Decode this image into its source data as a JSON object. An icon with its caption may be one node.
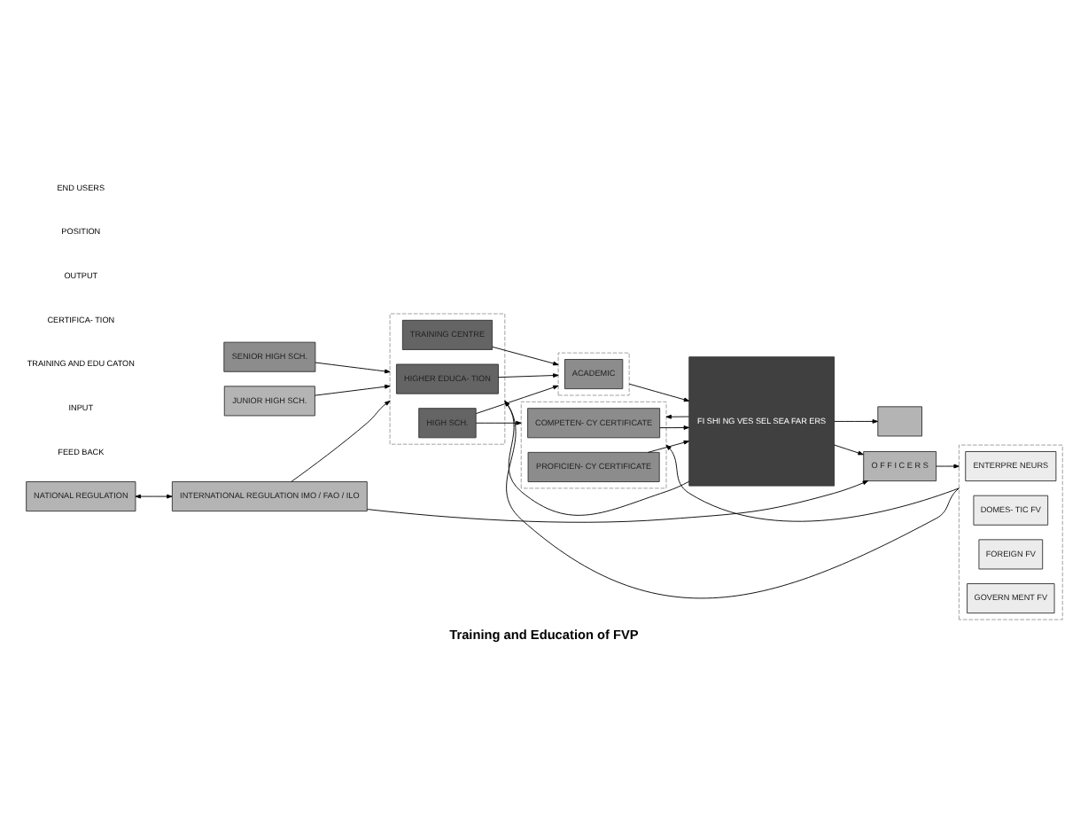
{
  "diagram": {
    "title": "Training and Education of FVP",
    "nodes": [
      {
        "text": [
          "NATIONAL REGULATION"
        ]
      },
      {
        "text": [
          "INTERNATIONAL REGULATION IMO / FAO / ILO"
        ]
      },
      {
        "text": [
          "SENIOR HIGH SCH."
        ]
      },
      {
        "text": [
          "JUNIOR HIGH SCH."
        ]
      },
      {
        "text": [],
        "shape": "box"
      },
      {
        "text": [
          "HIGHER EDUCA- TION"
        ],
        "in": 4
      },
      {
        "text": [
          "HIGH SCH."
        ],
        "in": 4
      },
      {
        "text": [
          "TRAINING CENTRE"
        ],
        "in": 4
      },
      {
        "text": [],
        "shape": "box"
      },
      {
        "text": [
          "ACADEMIC"
        ],
        "in": 8
      },
      {
        "text": [],
        "shape": "box"
      },
      {
        "text": [
          "COMPETEN- CY CERTIFICATE"
        ],
        "in": 10
      },
      {
        "text": [
          "PROFICIEN- CY CERTIFICATE"
        ],
        "in": 10
      },
      {
        "text": [
          "FI SHI NG VES SEL SEA FAR ERS"
        ]
      },
      {
        "text": [
          "O F F I C E R S"
        ]
      },
      {
        "text": [],
        "shape": "box"
      },
      {
        "text": [],
        "shape": "box"
      },
      {
        "text": [
          "ENTERPRE NEURS"
        ],
        "in": 16
      },
      {
        "text": [
          "DOMES- TIC FV"
        ],
        "in": 16
      },
      {
        "text": [
          "FOREIGN FV"
        ],
        "in": 16
      },
      {
        "text": [
          "GOVERN MENT FV"
        ],
        "in": 16
      }
    ],
    "edges": [
      {
        "from": 0,
        "to": 1,
        "arrow": "both"
      },
      {
        "from": 1,
        "to": 4,
        "arrow": "to"
      },
      {
        "from": 1,
        "to": 14,
        "arrow": "to"
      },
      {
        "from": 2,
        "to": 4,
        "arrow": "to"
      },
      {
        "from": 3,
        "to": 4,
        "arrow": "to"
      },
      {
        "from": 5,
        "to": 8,
        "arrow": "to"
      },
      {
        "from": 6,
        "to": 8,
        "arrow": "to"
      },
      {
        "from": 7,
        "to": 8,
        "arrow": "to"
      },
      {
        "from": 6,
        "to": 10,
        "arrow": "to"
      },
      {
        "from": 8,
        "to": 13,
        "arrow": "to"
      },
      {
        "from": 11,
        "to": 13,
        "arrow": "to"
      },
      {
        "from": 12,
        "to": 13,
        "arrow": "to"
      },
      {
        "from": 13,
        "to": 14,
        "arrow": "to"
      },
      {
        "from": 13,
        "to": 15,
        "arrow": "to"
      },
      {
        "from": 14,
        "to": 16,
        "arrow": "to"
      },
      {
        "from": 16,
        "to": 4,
        "arrow": "to"
      },
      {
        "from": 16,
        "to": 10,
        "arrow": "to"
      },
      {
        "from": 13,
        "to": 4,
        "arrow": "to"
      },
      {
        "from": 13,
        "to": 10,
        "arrow": "to"
      }
    ],
    "labels": [
      "FEED BACK",
      "INPUT",
      "TRAINING AND EDU CATON",
      "CERTIFICA- TION",
      "OUTPUT",
      "POSITION",
      "END USERS"
    ]
  }
}
